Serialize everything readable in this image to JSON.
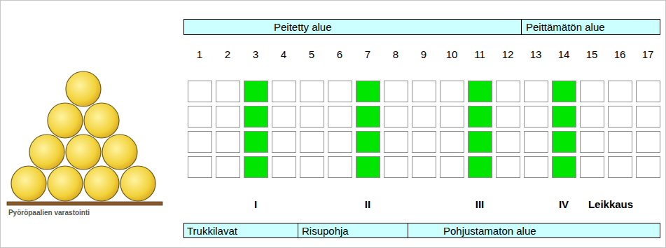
{
  "diagram": {
    "nodes": [
      {
        "text": [
          "Peitetty alue"
        ]
      },
      {
        "text": [
          "Peittämätön alue"
        ]
      },
      {
        "text": [
          "Trukkilavat"
        ]
      },
      {
        "text": [
          "Risupohja"
        ]
      },
      {
        "text": [
          "Pohjustamaton alue"
        ]
      }
    ],
    "labels": [
      "1",
      "2",
      "3",
      "4",
      "5",
      "6",
      "7",
      "8",
      "9",
      "10",
      "11",
      "12",
      "13",
      "14",
      "15",
      "16",
      "17",
      "I",
      "II",
      "III",
      "IV",
      "Leikkaus",
      "Pyöröpaalien varastointi"
    ]
  }
}
